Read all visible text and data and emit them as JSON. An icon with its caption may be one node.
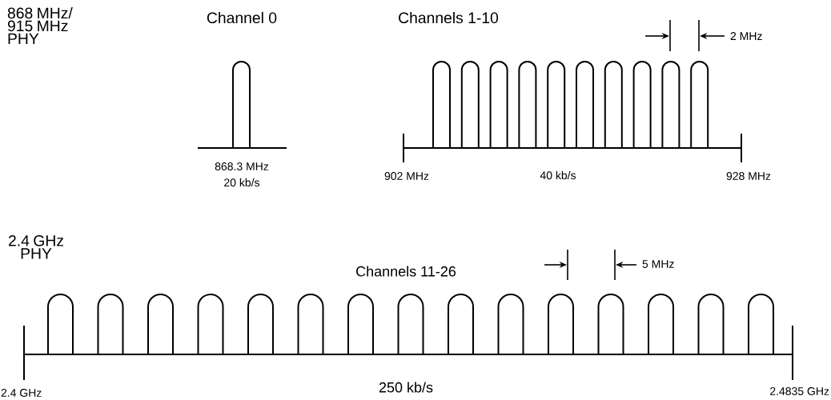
{
  "diagram": {
    "labels": [
      "868 MHz/ 915 MHz PHY",
      "Channel 0",
      "Channels 1-10",
      "2 MHz",
      "868.3 MHz",
      "20 kb/s",
      "902 MHz",
      "40 kb/s",
      "928 MHz",
      "2.4 GHz PHY",
      "Channels 11-26",
      "5 MHz",
      "2.4 GHz",
      "250 kb/s",
      "2.4835 GHz"
    ]
  }
}
